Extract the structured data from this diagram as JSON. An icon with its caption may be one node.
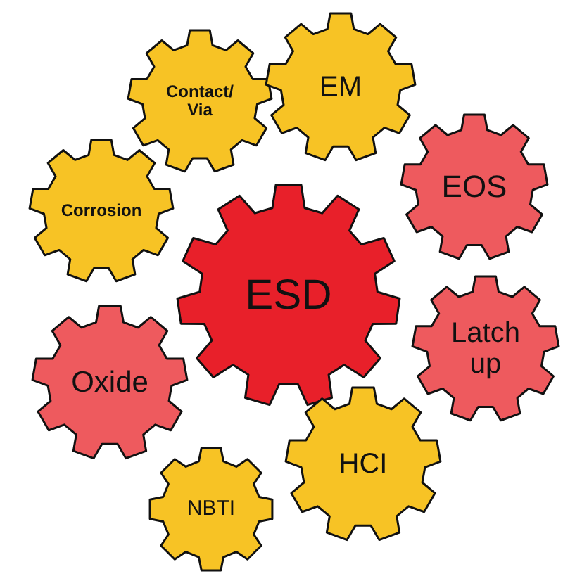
{
  "diagram": {
    "nodes": [
      {
        "text": [
          "Contact/ Via"
        ]
      },
      {
        "text": [
          "EM"
        ]
      },
      {
        "text": [
          "Corrosion"
        ]
      },
      {
        "text": [
          "EOS"
        ]
      },
      {
        "text": [
          "ESD"
        ]
      },
      {
        "text": [
          "Latch up"
        ]
      },
      {
        "text": [
          "Oxide"
        ]
      },
      {
        "text": [
          "HCI"
        ]
      },
      {
        "text": [
          "NBTI"
        ]
      }
    ]
  }
}
